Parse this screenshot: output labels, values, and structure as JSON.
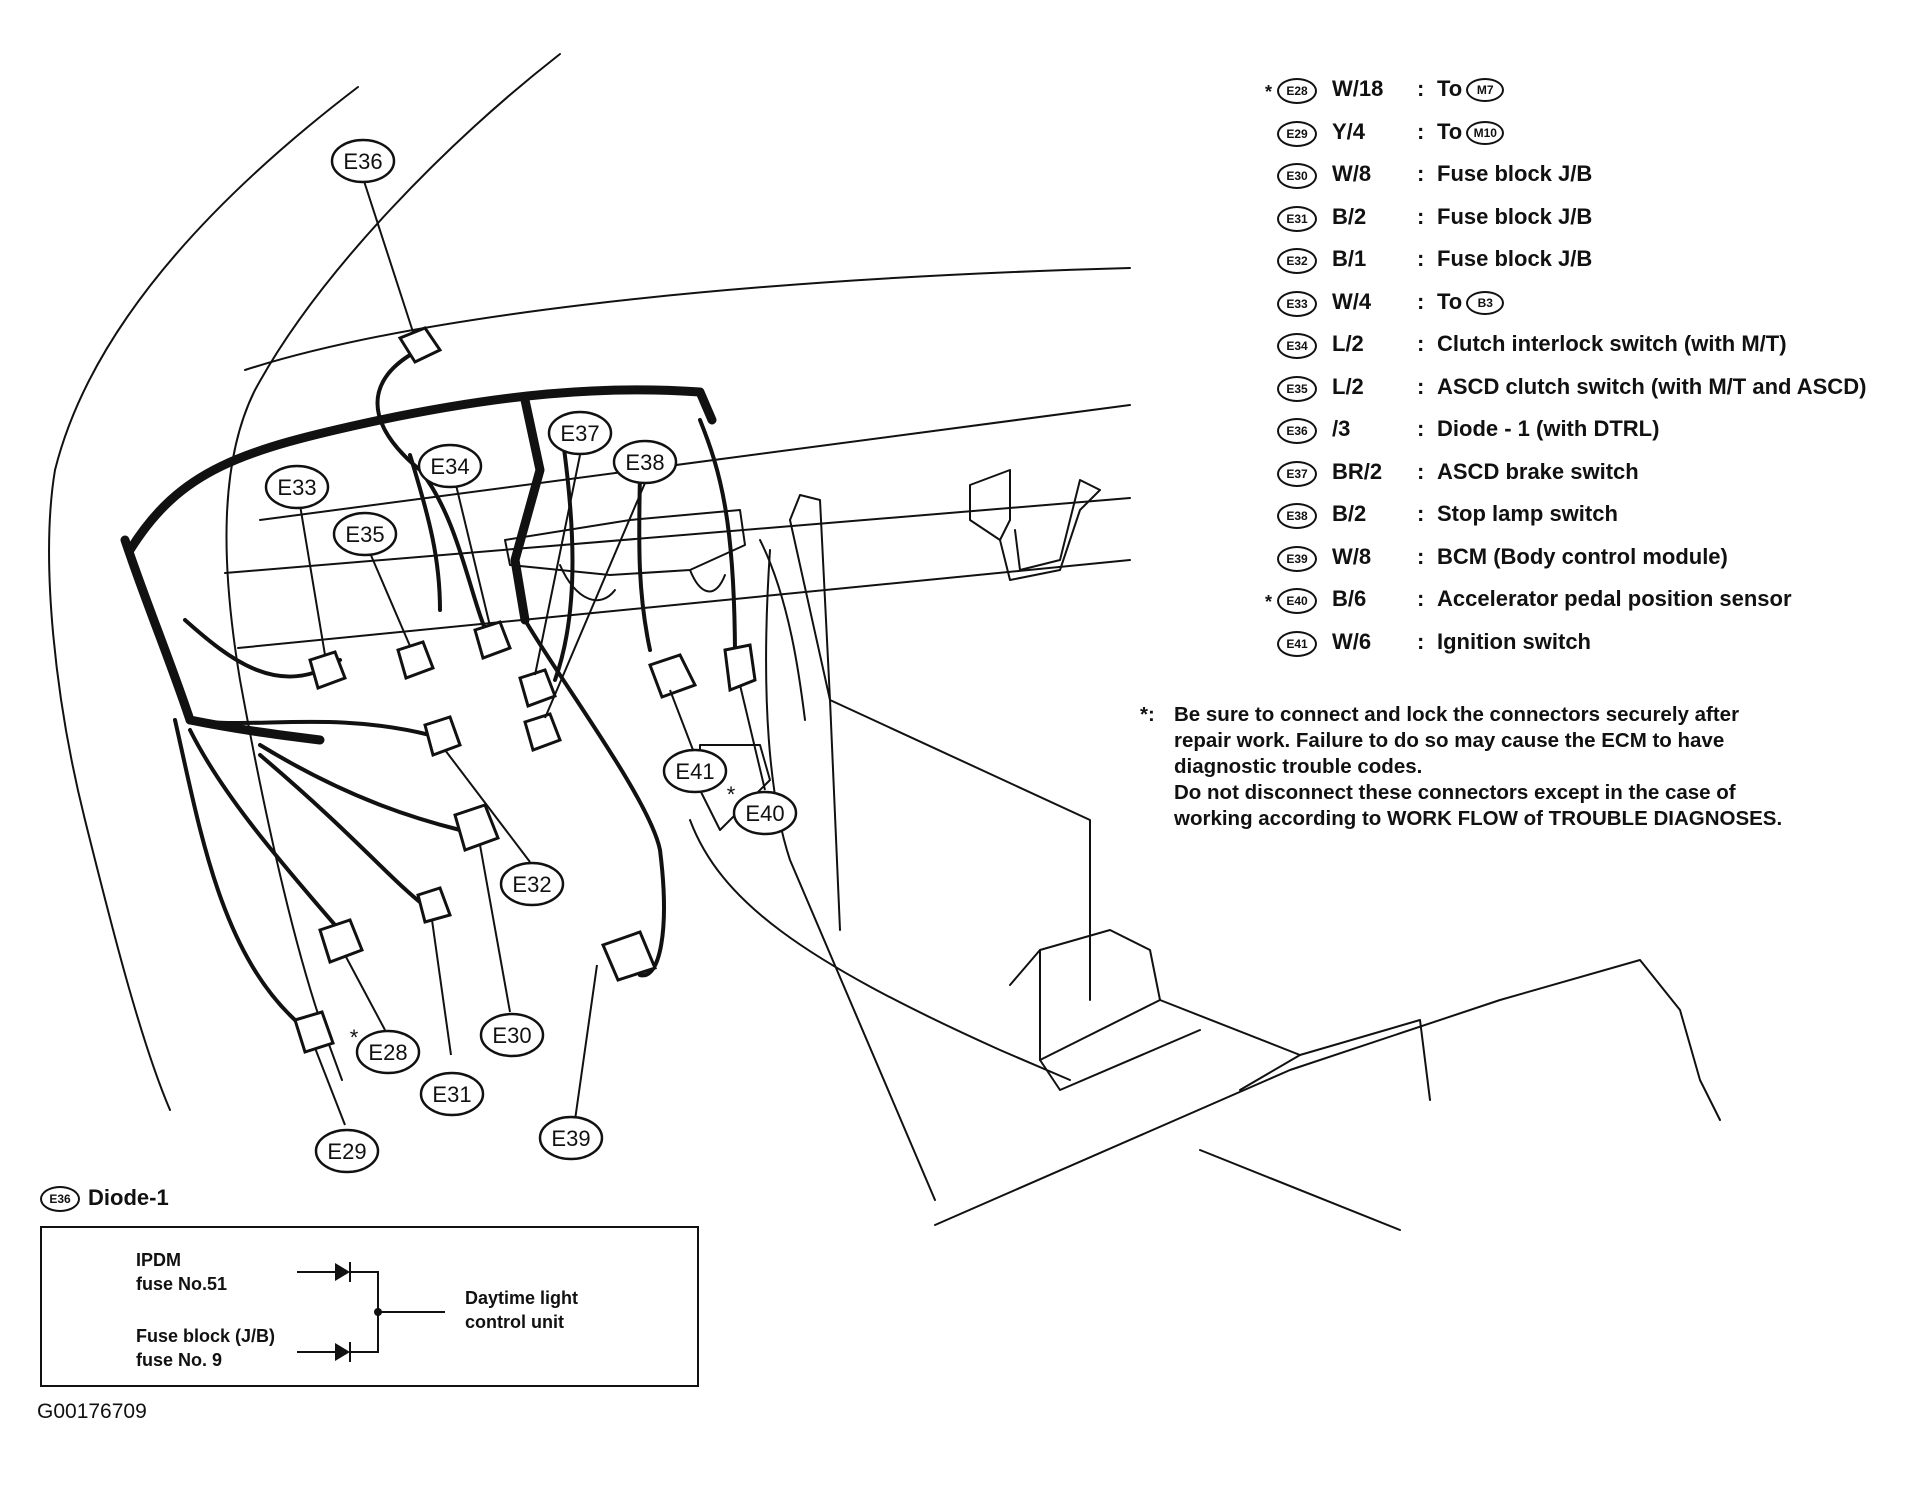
{
  "callouts": {
    "e28": "E28",
    "e29": "E29",
    "e30": "E30",
    "e31": "E31",
    "e32": "E32",
    "e33": "E33",
    "e34": "E34",
    "e35": "E35",
    "e36": "E36",
    "e37": "E37",
    "e38": "E38",
    "e39": "E39",
    "e40": "E40",
    "e41": "E41",
    "star": "*"
  },
  "legend": [
    {
      "star": "*",
      "badge": "E28",
      "code": "W/18",
      "colon": ":",
      "dest": "To",
      "dest_badge": "M7"
    },
    {
      "star": "",
      "badge": "E29",
      "code": "Y/4",
      "colon": ":",
      "dest": "To",
      "dest_badge": "M10"
    },
    {
      "star": "",
      "badge": "E30",
      "code": "W/8",
      "colon": ":",
      "dest": "Fuse block J/B",
      "dest_badge": ""
    },
    {
      "star": "",
      "badge": "E31",
      "code": "B/2",
      "colon": ":",
      "dest": "Fuse block J/B",
      "dest_badge": ""
    },
    {
      "star": "",
      "badge": "E32",
      "code": "B/1",
      "colon": ":",
      "dest": "Fuse block J/B",
      "dest_badge": ""
    },
    {
      "star": "",
      "badge": "E33",
      "code": "W/4",
      "colon": ":",
      "dest": "To",
      "dest_badge": "B3"
    },
    {
      "star": "",
      "badge": "E34",
      "code": "L/2",
      "colon": ":",
      "dest": "Clutch interlock switch (with M/T)",
      "dest_badge": ""
    },
    {
      "star": "",
      "badge": "E35",
      "code": "L/2",
      "colon": ":",
      "dest": "ASCD clutch switch (with M/T and ASCD)",
      "dest_badge": ""
    },
    {
      "star": "",
      "badge": "E36",
      "code": "/3",
      "colon": ":",
      "dest": "Diode - 1 (with DTRL)",
      "dest_badge": ""
    },
    {
      "star": "",
      "badge": "E37",
      "code": "BR/2",
      "colon": ":",
      "dest": "ASCD brake switch",
      "dest_badge": ""
    },
    {
      "star": "",
      "badge": "E38",
      "code": "B/2",
      "colon": ":",
      "dest": "Stop lamp switch",
      "dest_badge": ""
    },
    {
      "star": "",
      "badge": "E39",
      "code": "W/8",
      "colon": ":",
      "dest": "BCM (Body control module)",
      "dest_badge": ""
    },
    {
      "star": "*",
      "badge": "E40",
      "code": "B/6",
      "colon": ":",
      "dest": "Accelerator pedal position sensor",
      "dest_badge": ""
    },
    {
      "star": "",
      "badge": "E41",
      "code": "W/6",
      "colon": ":",
      "dest": "Ignition switch",
      "dest_badge": ""
    }
  ],
  "note": {
    "star": "*:",
    "lines": [
      "Be sure to connect and lock the connectors securely after",
      "repair work. Failure to do so may cause the ECM to have",
      "diagnostic trouble codes.",
      "Do not disconnect these connectors except in the case of",
      "working according to WORK FLOW of TROUBLE DIAGNOSES."
    ]
  },
  "diode": {
    "title_badge": "E36",
    "title": "Diode-1",
    "source1_line1": "IPDM",
    "source1_line2": "fuse No.51",
    "source2_line1": "Fuse block (J/B)",
    "source2_line2": "fuse No. 9",
    "output_line1": "Daytime light",
    "output_line2": "control unit"
  },
  "ref_id": "G00176709"
}
